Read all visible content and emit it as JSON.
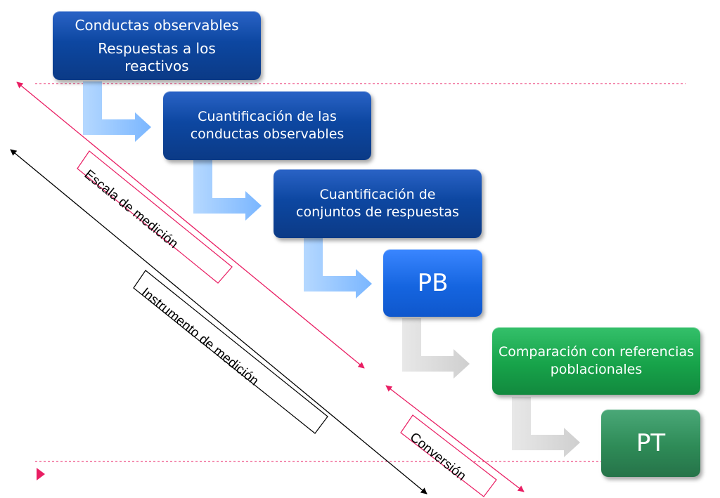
{
  "boxes": {
    "b1_line1": "Conductas observables",
    "b1_line2": "Respuestas a los reactivos",
    "b2": "Cuantificación de las conductas observables",
    "b3": "Cuantificación de conjuntos de respuestas",
    "b4": "PB",
    "b5": "Comparación con referencias poblacionales",
    "b6": "PT"
  },
  "labels": {
    "scale": "Escala de medición",
    "instrument": "Instrumento de medición",
    "conversion": "Conversión"
  },
  "colors": {
    "dark_blue": "#0d47a1",
    "bright_blue": "#1565e0",
    "green": "#17a34a",
    "sea_green": "#2e8b57",
    "arrow_light_blue": "#90c4ff",
    "arrow_gray": "#d6d6d6",
    "accent_pink": "#e91e63"
  }
}
